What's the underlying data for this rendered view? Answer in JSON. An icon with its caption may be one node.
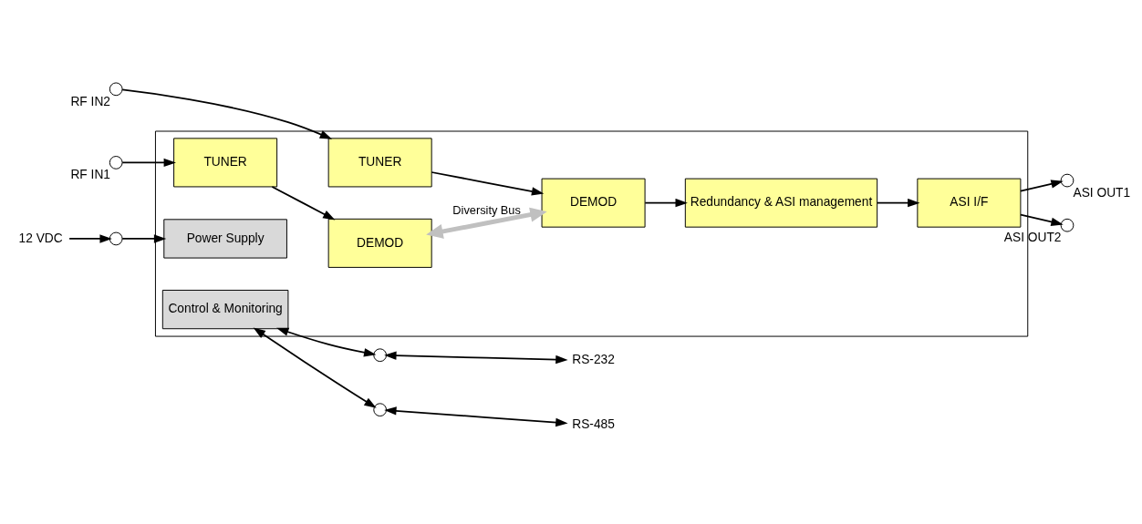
{
  "diagram": {
    "nodes": [
      {
        "text": [],
        "shape": "box"
      },
      {
        "text": [
          "RF IN1"
        ]
      },
      {
        "text": [
          "RF IN2"
        ]
      },
      {
        "text": [
          "TUNER"
        ],
        "in": 0
      },
      {
        "text": [
          "DEMOD"
        ],
        "in": 0
      },
      {
        "text": [
          "TUNER"
        ],
        "in": 0
      },
      {
        "text": [
          "DEMOD"
        ],
        "in": 0
      },
      {
        "text": [
          "Redundancy & ASI management"
        ],
        "in": 0
      },
      {
        "text": [
          "ASI I/F"
        ],
        "in": 0
      },
      {
        "text": [
          "ASI OUT1"
        ]
      },
      {
        "text": [
          "ASI OUT2"
        ]
      },
      {
        "text": [
          "Power Supply"
        ],
        "in": 0
      },
      {
        "text": [
          "Control & Monitoring"
        ],
        "in": 0
      },
      {
        "text": [],
        "shape": "circle"
      },
      {
        "text": [
          "12 VDC"
        ]
      },
      {
        "text": [],
        "shape": "circle"
      },
      {
        "text": [
          "RS-232"
        ]
      },
      {
        "text": [],
        "shape": "circle"
      },
      {
        "text": [
          "RS-485"
        ]
      }
    ],
    "edges": [
      {
        "from": 1,
        "to": 3,
        "arrow": "to"
      },
      {
        "from": 3,
        "to": 4,
        "arrow": "to"
      },
      {
        "from": 2,
        "to": 5,
        "arrow": "to"
      },
      {
        "from": 5,
        "to": 6,
        "arrow": "to"
      },
      {
        "from": 4,
        "to": 6,
        "arrow": "both",
        "label": "Diversity Bus",
        "style": "thick",
        "color": "#c0c0c0"
      },
      {
        "from": 6,
        "to": 7,
        "arrow": "to"
      },
      {
        "from": 7,
        "to": 8,
        "arrow": "to"
      },
      {
        "from": 8,
        "to": 9,
        "arrow": "to"
      },
      {
        "from": 8,
        "to": 10,
        "arrow": "to"
      },
      {
        "from": 14,
        "to": 13,
        "arrow": "to"
      },
      {
        "from": 13,
        "to": 11,
        "arrow": "to"
      },
      {
        "from": 12,
        "to": 15,
        "arrow": "both"
      },
      {
        "from": 15,
        "to": 16,
        "arrow": "both"
      },
      {
        "from": 12,
        "to": 17,
        "arrow": "both"
      },
      {
        "from": 17,
        "to": 18,
        "arrow": "both"
      }
    ]
  }
}
